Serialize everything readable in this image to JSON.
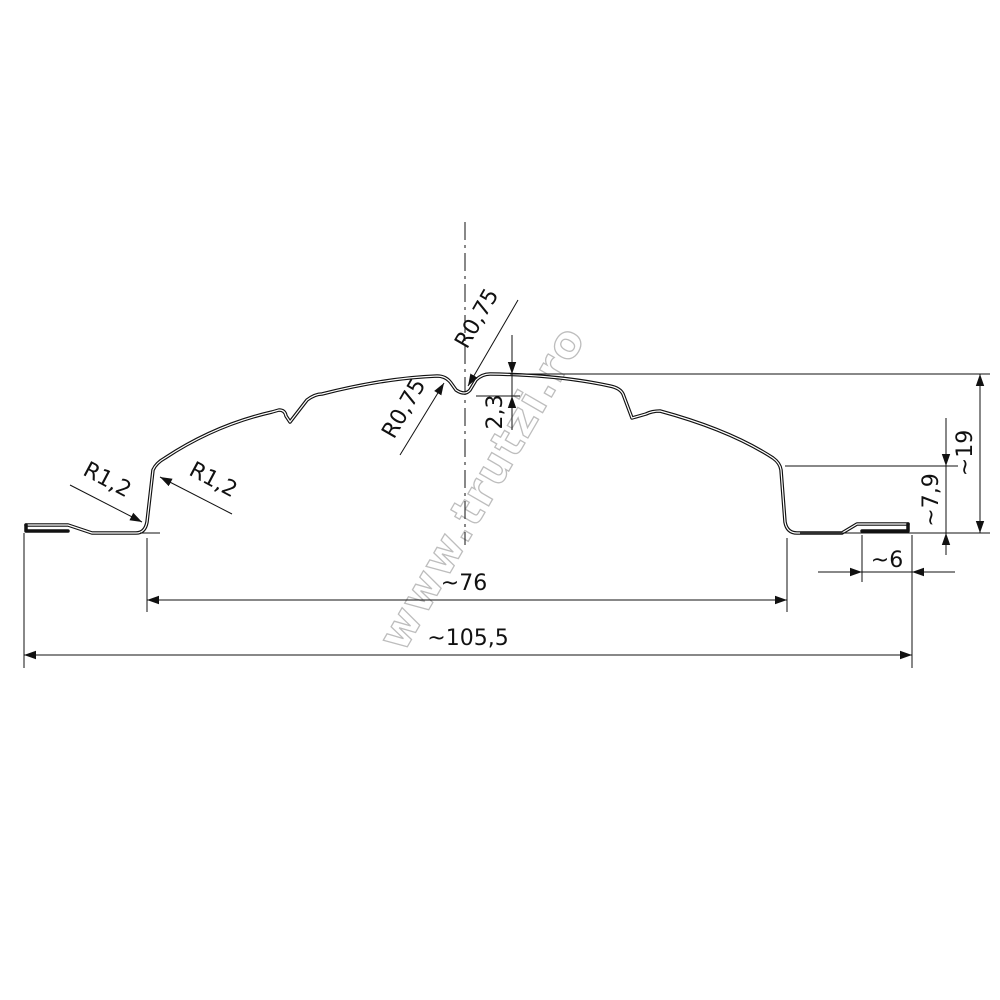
{
  "diagram": {
    "labels": {
      "overall_width": "~105,5",
      "inner_width": "~76",
      "flange_width": "~6",
      "total_height": "~19",
      "shoulder_height": "~7,9",
      "groove_depth": "2,3",
      "radius_top_left": "R0,75",
      "radius_top_right": "R0,75",
      "radius_base_outer": "R1,2",
      "radius_base_inner": "R1,2"
    },
    "watermark": "www.trutzi.ro"
  }
}
